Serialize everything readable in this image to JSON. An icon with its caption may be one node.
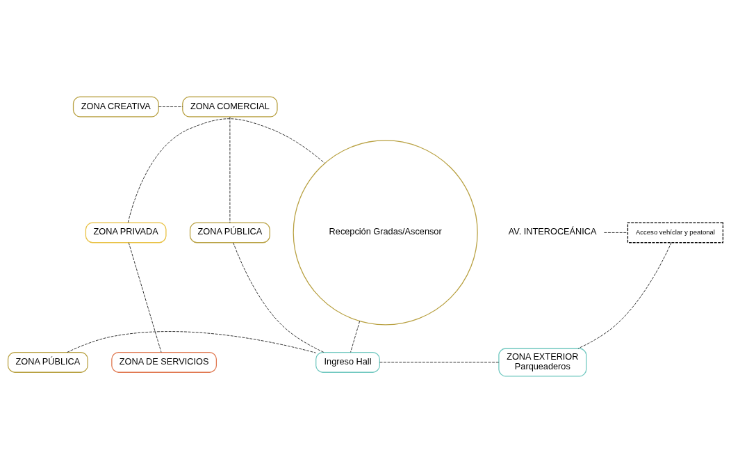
{
  "diagram": {
    "nodes": [
      {
        "text": [
          "ZONA CREATIVA"
        ]
      },
      {
        "text": [
          "ZONA COMERCIAL"
        ]
      },
      {
        "text": [
          "Recepción Gradas/Ascensor"
        ]
      },
      {
        "text": [
          "ZONA PÚBLICA"
        ]
      },
      {
        "text": [
          "ZONA PRIVADA"
        ]
      },
      {
        "text": [
          "ZONA DE SERVICIOS"
        ]
      },
      {
        "text": [
          "Ingreso Hall"
        ]
      },
      {
        "text": [
          "ZONA EXTERIOR",
          "Parqueaderos"
        ]
      },
      {
        "text": [
          "ZONA PÚBLICA"
        ]
      },
      {
        "text": [
          "AV. INTEROCEÁNICA"
        ]
      },
      {
        "text": [
          "Acceso vehíclar y peatonal"
        ]
      }
    ],
    "edges": [
      {
        "from": 0,
        "to": 1,
        "arrow": "none",
        "style": "dashed"
      },
      {
        "from": 1,
        "to": 3,
        "arrow": "none",
        "style": "dashed"
      },
      {
        "from": 4,
        "to": 2,
        "arrow": "none",
        "style": "dashed"
      },
      {
        "from": 3,
        "to": 6,
        "arrow": "none",
        "style": "dashed"
      },
      {
        "from": 4,
        "to": 5,
        "arrow": "none",
        "style": "dashed"
      },
      {
        "from": 2,
        "to": 6,
        "arrow": "none",
        "style": "dashed"
      },
      {
        "from": 6,
        "to": 7,
        "arrow": "none",
        "style": "dashed"
      },
      {
        "from": 8,
        "to": 6,
        "arrow": "none",
        "style": "dashed"
      },
      {
        "from": 9,
        "to": 10,
        "arrow": "none",
        "style": "dashed"
      },
      {
        "from": 10,
        "to": 7,
        "arrow": "none",
        "style": "dashed"
      }
    ]
  }
}
